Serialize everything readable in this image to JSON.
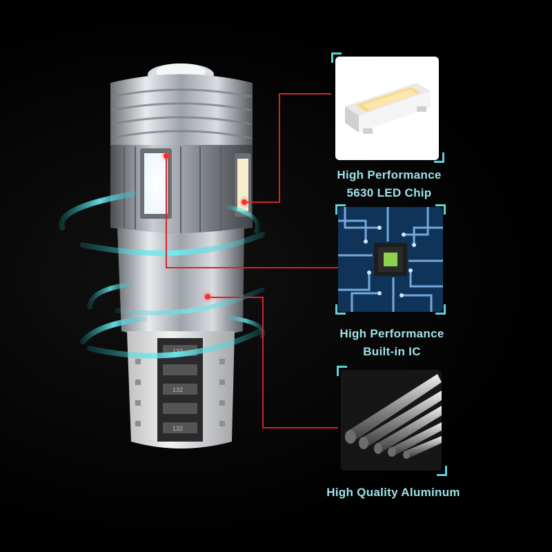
{
  "features": [
    {
      "id": "led-chip",
      "caption_lines": [
        "High Performance",
        "5630 LED Chip"
      ]
    },
    {
      "id": "ic",
      "caption_lines": [
        "High Performance",
        "Built-in IC"
      ]
    },
    {
      "id": "aluminum",
      "caption_lines": [
        "High Quality Aluminum"
      ]
    }
  ],
  "product": {
    "chip_marking": "132"
  },
  "colors": {
    "accent": "#5fd3d8",
    "wire": "#d2242a",
    "caption": "#9fe3ea",
    "background": "#000000"
  }
}
